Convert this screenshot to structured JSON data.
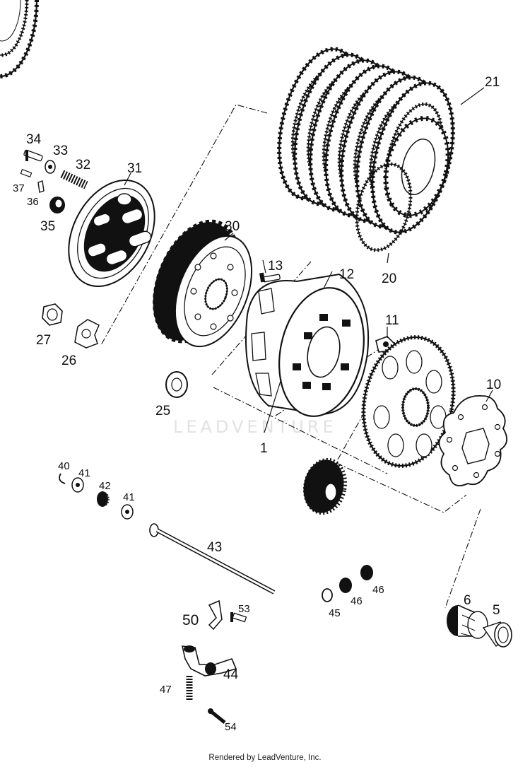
{
  "diagram": {
    "watermark": "LEADVENTURE",
    "footer": "Rendered by LeadVenture, Inc.",
    "callouts": {
      "p1": "1",
      "p5": "5",
      "p6": "6",
      "p10": "10",
      "p11": "11",
      "p12": "12",
      "p13": "13",
      "p20": "20",
      "p21": "21",
      "p25": "25",
      "p26": "26",
      "p27": "27",
      "p30": "30",
      "p31": "31",
      "p32": "32",
      "p33": "33",
      "p34": "34",
      "p35": "35",
      "p36": "36",
      "p37": "37",
      "p40": "40",
      "p41a": "41",
      "p41b": "41",
      "p42": "42",
      "p43": "43",
      "p44": "44",
      "p45": "45",
      "p46a": "46",
      "p46b": "46",
      "p47": "47",
      "p50": "50",
      "p53": "53",
      "p54": "54"
    }
  }
}
